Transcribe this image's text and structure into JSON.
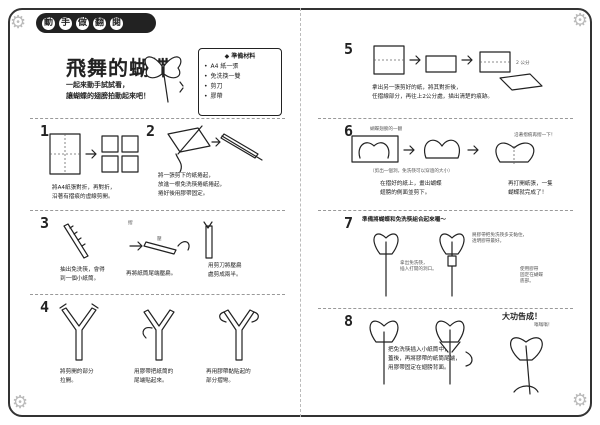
{
  "header": {
    "banner": [
      "動",
      "手",
      "做",
      "翻",
      "閱"
    ]
  },
  "title": "飛舞的蝴蝶",
  "subtitle": [
    "一起來動手試試看，",
    "讓蝴蝶的翅膀拍動起來吧！"
  ],
  "materials": {
    "title": "準備材料",
    "items": [
      "A4 紙一張",
      "免洗筷一雙",
      "剪刀",
      "膠帶"
    ]
  },
  "steps": {
    "s1": {
      "num": "1",
      "caption": [
        "將A4紙張對折，再對折，",
        "沿著有摺痕的虛線剪開。"
      ]
    },
    "s2": {
      "num": "2",
      "caption": [
        "將一張剪下的紙捲起，",
        "放進一根免洗筷捲紙捲起，",
        "捲好後用膠帶固定。"
      ]
    },
    "s3": {
      "num": "3",
      "caption_a": [
        "抽出免洗筷，會得",
        "到一個小紙筒。"
      ],
      "caption_b": "再將紙筒尾端壓扁。",
      "caption_c": [
        "用剪刀將壓扁",
        "處剪成兩半。"
      ],
      "note_a": "摺",
      "note_b": "壓"
    },
    "s4": {
      "num": "4",
      "caption_a": [
        "將剪開的部分",
        "拉開。"
      ],
      "caption_b": [
        "用膠帶把紙筒的",
        "尾端貼起來。"
      ],
      "caption_c": [
        "再用膠帶黏貼起的",
        "部分摺彎。"
      ]
    },
    "s5": {
      "num": "5",
      "caption": [
        "拿出另一張剪好的紙，將其對折後，",
        "任摺線部分，再往上2公分處，描出清楚的痕跡。"
      ],
      "note": "2 公分"
    },
    "s6": {
      "num": "6",
      "note_a": "蝴蝶翅膀的一翻",
      "note_b": "（剪出一個洞，免洗筷可以穿過的大小）",
      "note_c": "沿著摺痕再摺一下！",
      "caption_a": [
        "在摺好的紙上，畫出蝴蝶",
        "翅膀的側面並剪下。"
      ],
      "caption_b": [
        "再打開紙張，一隻",
        "蝴蝶就完成了！"
      ]
    },
    "s7": {
      "num": "7",
      "heading": "準備將蝴蝶和免洗筷組合起來囉～",
      "note_a": [
        "將膠帶把免洗筷多支黏住，",
        "透明膠帶最好。"
      ],
      "note_b": [
        "拿出免洗筷，",
        "插入打開的洞口。"
      ],
      "note_c": [
        "使用膠帶",
        "固定在蝴蝶",
        "底部。"
      ]
    },
    "s8": {
      "num": "8",
      "done": "大功告成！",
      "caption": [
        "把免洗筷插入小紙筒中，",
        "蓋後，再將膠帶的紙筒尾端，",
        "用膠帶固定在翅膀背面。"
      ],
      "note": "嗡嗡嗡！"
    }
  },
  "colors": {
    "ink": "#222222",
    "banner_bg": "#222222",
    "rule": "#999999"
  },
  "icons": [
    "gear-icon",
    "butterfly-icon",
    "arrow-icon",
    "scissors-icon",
    "tape-icon"
  ]
}
